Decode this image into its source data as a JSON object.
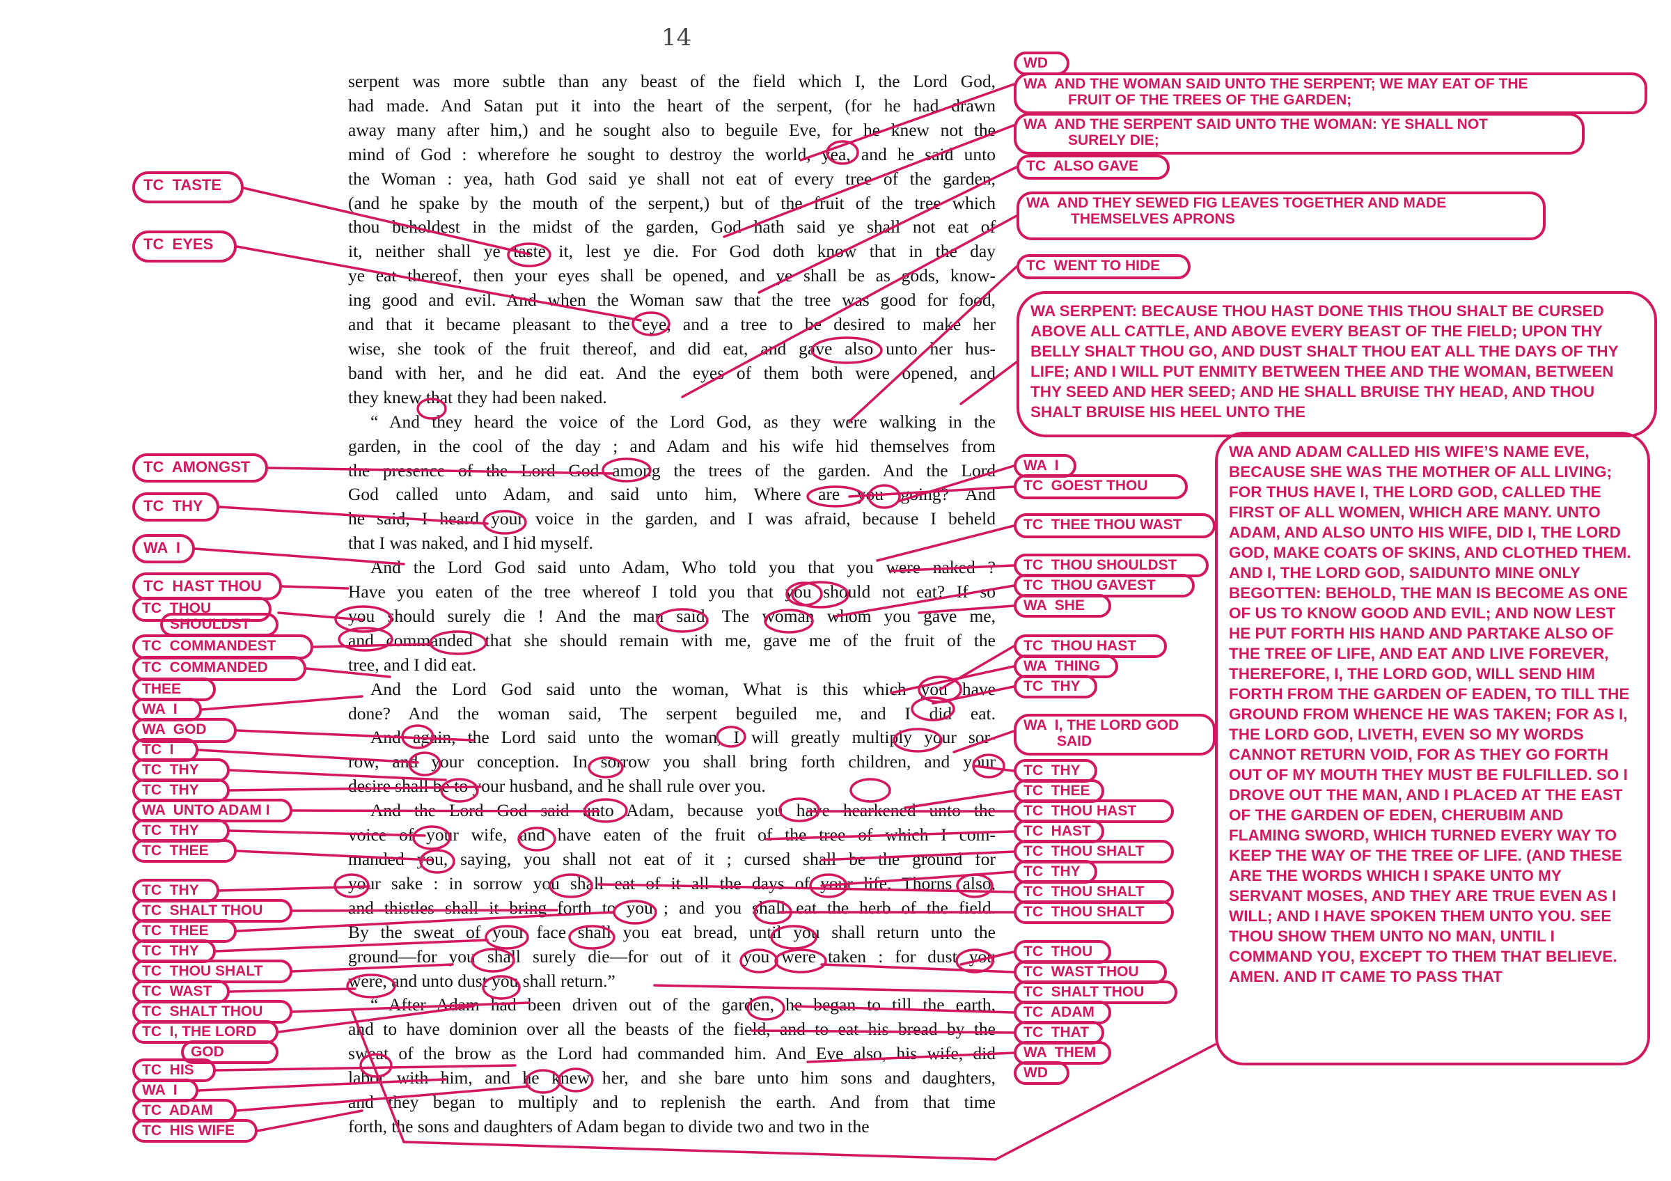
{
  "page_number": "14",
  "body_lines": [
    "serpent was more subtle than any beast of the field which I, the Lord God,",
    "had made.  And Satan put it into the heart of the serpent, (for he had drawn",
    "away many after him,) and he sought also to beguile Eve, for he knew not the",
    "mind of God :  wherefore he sought to destroy the world, yea, and he said unto",
    "the Woman : yea, hath God said ye shall not eat of every tree of the garden,",
    "(and he spake by the mouth of the serpent,) but of the fruit of the tree which",
    "thou beholdest in the midst of the garden, God hath said ye shall not eat of",
    "it, neither shall ye taste it, lest ye die.  For God doth know that in the day",
    "ye eat thereof, then your eyes shall be opened, and ye shall be as gods, know-",
    "ing good and evil.  And when the Woman saw that the tree was good for food,",
    "and that it became pleasant to the eye, and a tree to be desired to make her",
    "wise, she took of the fruit thereof, and did eat, and gave also unto her hus-",
    "band with her, and he did eat.  And the eyes of them both were opened, and",
    "they knew that they had been naked.",
    "“ And they heard the voice of the Lord God, as they were walking in the",
    "garden, in the cool of the day ; and Adam and his wife hid themselves from",
    "the presence of the Lord God among the trees of the garden.  And the Lord",
    "God called unto Adam, and said unto him, Where are you going?  And",
    "he said, I heard your voice in the garden, and I was afraid, because I beheld",
    "that I was naked, and I hid myself.",
    "And the Lord God said unto Adam, Who told you that you were naked ?",
    "Have you eaten of the tree whereof I told you that you should not eat?  If so",
    "you should surely die !  And the man said, The woman whom you gave me,",
    "and commanded that she should remain with me, gave me of the fruit of the",
    "tree, and I did eat.",
    "And the Lord God said unto the woman, What is this which you have",
    "done?  And the woman said, The serpent beguiled me, and I did eat.",
    "And again, the Lord said unto the woman, I will greatly multiply your sor-",
    "row, and your conception.  In sorrow you shall bring forth children, and your",
    "desire shall be to your husband, and he shall rule over you.",
    "And the Lord God said unto Adam, because you have hearkened unto the",
    "voice of your wife, and have eaten of the fruit of the tree of which I com-",
    "manded you, saying, you shall not eat of it ; cursed shall be the ground for",
    "your sake :  in sorrow you shall eat of it all the days of your life.  Thorns also,",
    "and thistles shall it bring forth to you ; and you shall eat the herb of the field.",
    "By the sweat of your face shall you eat bread, until you shall return unto the",
    "ground—for you shall surely die—for out of it you were taken :  for dust you",
    "were, and unto dust you shall return.”",
    "“ After Adam had been driven out of the garden, he began to till the earth,",
    "and to have dominion over all the beasts of the field, and to eat his bread by the",
    "sweat of the brow as the Lord had commanded him.  And Eve also, his wife, did",
    "labor with him, and he knew her, and she bare unto him sons and daughters,",
    "and they began to multiply and to replenish the earth.  And from that time",
    "forth, the sons and daughters of Adam began to divide two and two in the"
  ],
  "left_annotations": [
    {
      "code": "TC",
      "text": "TASTE"
    },
    {
      "code": "TC",
      "text": "EYES"
    },
    {
      "code": "TC",
      "text": "AMONGST"
    },
    {
      "code": "TC",
      "text": "THY"
    },
    {
      "code": "WA",
      "text": "I"
    },
    {
      "code": "TC",
      "text": "HAST THOU"
    },
    {
      "code": "TC",
      "text": "THOU"
    },
    {
      "code": "",
      "text": "SHOULDST"
    },
    {
      "code": "TC",
      "text": "COMMANDEST"
    },
    {
      "code": "TC",
      "text": "COMMANDED"
    },
    {
      "code": "",
      "text": "THEE"
    },
    {
      "code": "WA",
      "text": "I"
    },
    {
      "code": "WA",
      "text": "GOD"
    },
    {
      "code": "TC",
      "text": "I"
    },
    {
      "code": "TC",
      "text": "THY"
    },
    {
      "code": "TC",
      "text": "THY"
    },
    {
      "code": "WA",
      "text": "UNTO ADAM I"
    },
    {
      "code": "TC",
      "text": "THY"
    },
    {
      "code": "TC",
      "text": "THEE"
    },
    {
      "code": "TC",
      "text": "THY"
    },
    {
      "code": "TC",
      "text": "SHALT THOU"
    },
    {
      "code": "TC",
      "text": "THEE"
    },
    {
      "code": "TC",
      "text": "THY"
    },
    {
      "code": "TC",
      "text": "THOU SHALT"
    },
    {
      "code": "TC",
      "text": "WAST"
    },
    {
      "code": "TC",
      "text": "SHALT THOU"
    },
    {
      "code": "TC",
      "text": "I, THE LORD"
    },
    {
      "code": "",
      "text": "GOD"
    },
    {
      "code": "TC",
      "text": "HIS"
    },
    {
      "code": "WA",
      "text": "I"
    },
    {
      "code": "TC",
      "text": "ADAM"
    },
    {
      "code": "TC",
      "text": "HIS WIFE"
    }
  ],
  "right_annotations": [
    {
      "code": "WD",
      "text": ""
    },
    {
      "code": "WA",
      "text": "AND THE WOMAN SAID UNTO THE SERPENT; WE MAY EAT OF THE",
      "text2": "FRUIT OF THE TREES OF THE GARDEN;"
    },
    {
      "code": "WA",
      "text": "AND THE SERPENT SAID UNTO THE WOMAN: YE SHALL NOT",
      "text2": "SURELY DIE;"
    },
    {
      "code": "TC",
      "text": "ALSO GAVE"
    },
    {
      "code": "WA",
      "text": "AND THEY SEWED FIG LEAVES TOGETHER AND MADE",
      "text2": "THEMSELVES APRONS"
    },
    {
      "code": "TC",
      "text": "WENT TO HIDE"
    },
    {
      "code": "WA",
      "text": "SERPENT: BECAUSE THOU HAST DONE THIS THOU SHALT BE CURSED ABOVE ALL CATTLE, AND ABOVE EVERY BEAST OF THE FIELD; UPON THY BELLY SHALT THOU GO, AND DUST SHALT THOU EAT ALL THE DAYS OF THY LIFE; AND I WILL PUT ENMITY BETWEEN THEE AND THE WOMAN, BETWEEN THY SEED AND HER SEED; AND HE SHALL BRUISE THY HEAD, AND THOU SHALT BRUISE HIS HEEL UNTO THE"
    },
    {
      "code": "WA",
      "text": "I"
    },
    {
      "code": "TC",
      "text": "GOEST THOU"
    },
    {
      "code": "TC",
      "text": "THEE THOU WAST"
    },
    {
      "code": "TC",
      "text": "THOU SHOULDST"
    },
    {
      "code": "TC",
      "text": "THOU GAVEST"
    },
    {
      "code": "WA",
      "text": "SHE"
    },
    {
      "code": "TC",
      "text": "THOU HAST"
    },
    {
      "code": "WA",
      "text": "THING"
    },
    {
      "code": "TC",
      "text": "THY"
    },
    {
      "code": "WA",
      "text": "I, THE LORD GOD",
      "text2": "SAID"
    },
    {
      "code": "TC",
      "text": "THY"
    },
    {
      "code": "TC",
      "text": "THEE"
    },
    {
      "code": "TC",
      "text": "THOU HAST"
    },
    {
      "code": "TC",
      "text": "HAST"
    },
    {
      "code": "TC",
      "text": "THOU SHALT"
    },
    {
      "code": "TC",
      "text": "THY"
    },
    {
      "code": "TC",
      "text": "THOU SHALT"
    },
    {
      "code": "TC",
      "text": "THOU SHALT"
    },
    {
      "code": "TC",
      "text": "THOU"
    },
    {
      "code": "TC",
      "text": "WAST THOU"
    },
    {
      "code": "TC",
      "text": "SHALT THOU"
    },
    {
      "code": "TC",
      "text": "ADAM"
    },
    {
      "code": "TC",
      "text": "THAT"
    },
    {
      "code": "WA",
      "text": "THEM"
    },
    {
      "code": "WD",
      "text": ""
    },
    {
      "code": "WA",
      "text": "AND ADAM CALLED HIS WIFE’S NAME EVE, BECAUSE SHE WAS THE MOTHER OF ALL LIVING; FOR THUS HAVE I, THE LORD GOD, CALLED THE FIRST OF ALL WOMEN, WHICH ARE MANY. UNTO ADAM, AND ALSO UNTO HIS WIFE, DID I, THE LORD GOD, MAKE COATS OF SKINS, AND CLOTHED THEM. AND I, THE LORD GOD, SAIDUNTO MINE ONLY BEGOTTEN: BEHOLD, THE MAN IS BECOME AS ONE OF US TO KNOW GOOD AND EVIL; AND NOW LEST HE PUT FORTH HIS HAND AND PARTAKE ALSO OF THE TREE OF LIFE, AND EAT AND LIVE FOREVER, THEREFORE, I, THE LORD GOD, WILL SEND HIM FORTH FROM THE GARDEN OF EADEN, TO TILL THE GROUND FROM WHENCE HE WAS TAKEN; FOR AS I, THE LORD GOD, LIVETH, EVEN SO MY WORDS CANNOT RETURN VOID, FOR AS THEY GO FORTH OUT OF MY MOUTH THEY MUST BE FULFILLED. SO I DROVE OUT THE MAN, AND I PLACED AT THE EAST OF THE GARDEN OF EDEN, CHERUBIM AND FLAMING SWORD, WHICH TURNED EVERY WAY TO KEEP THE WAY OF THE TREE OF LIFE. (AND THESE ARE THE WORDS WHICH I SPAKE UNTO MY SERVANT MOSES, AND THEY ARE TRUE EVEN AS I WILL; AND I HAVE SPOKEN THEM UNTO YOU. SEE THOU SHOW THEM UNTO NO MAN, UNTIL I COMMAND YOU, EXCEPT TO THEM THAT BELIEVE. AMEN. AND IT CAME TO PASS THAT"
    }
  ],
  "colors": {
    "ink": "#d2185f",
    "text": "#111111"
  }
}
